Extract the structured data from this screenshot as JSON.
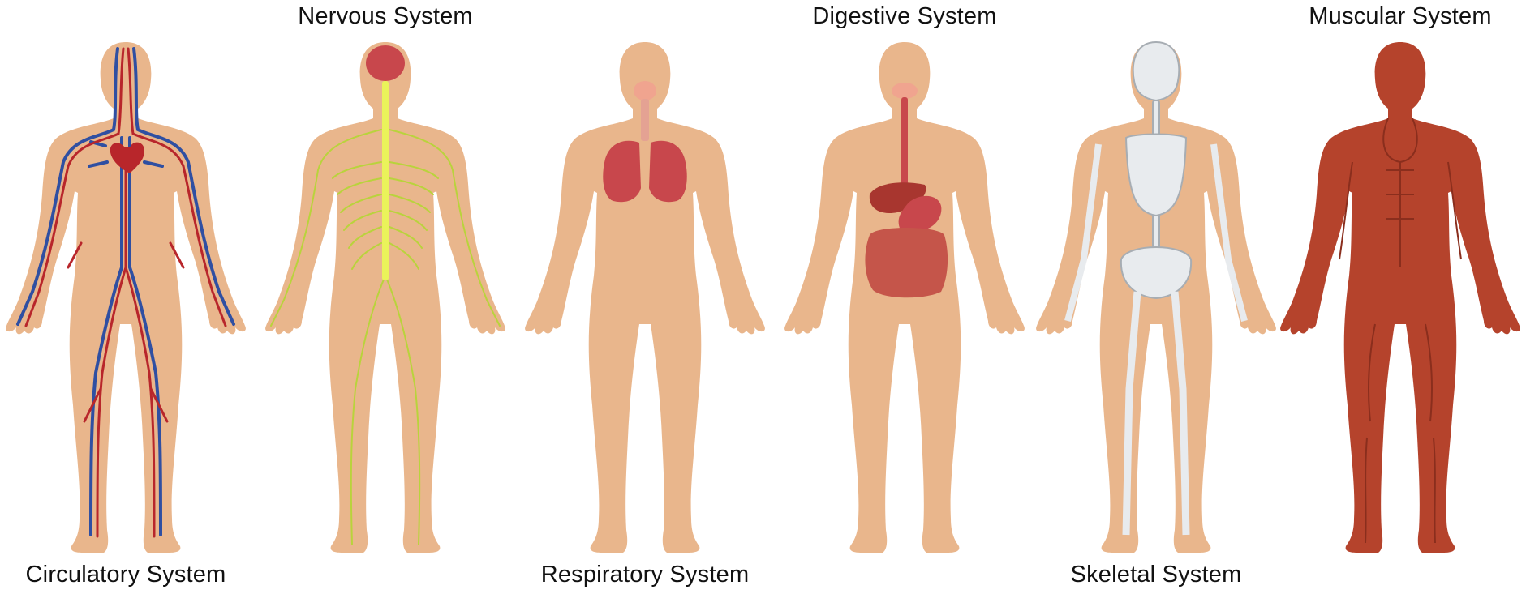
{
  "colors": {
    "skin": "#e9b68c",
    "artery": "#b8262b",
    "vein": "#2f4fa2",
    "nerve": "#b9d33c",
    "spine": "#eaf35a",
    "organ": "#c8474c",
    "bone": "#e8ebee",
    "bone_stroke": "#a7adb3",
    "muscle": "#b5432c",
    "muscle_dark": "#8a2e1d"
  },
  "systems": [
    {
      "label": "Circulatory System",
      "illustration": "circulatory-figure"
    },
    {
      "label": "Nervous System",
      "illustration": "nervous-figure"
    },
    {
      "label": "Respiratory System",
      "illustration": "respiratory-figure"
    },
    {
      "label": "Digestive System",
      "illustration": "digestive-figure"
    },
    {
      "label": "Skeletal System",
      "illustration": "skeletal-figure"
    },
    {
      "label": "Muscular System",
      "illustration": "muscular-figure"
    }
  ]
}
